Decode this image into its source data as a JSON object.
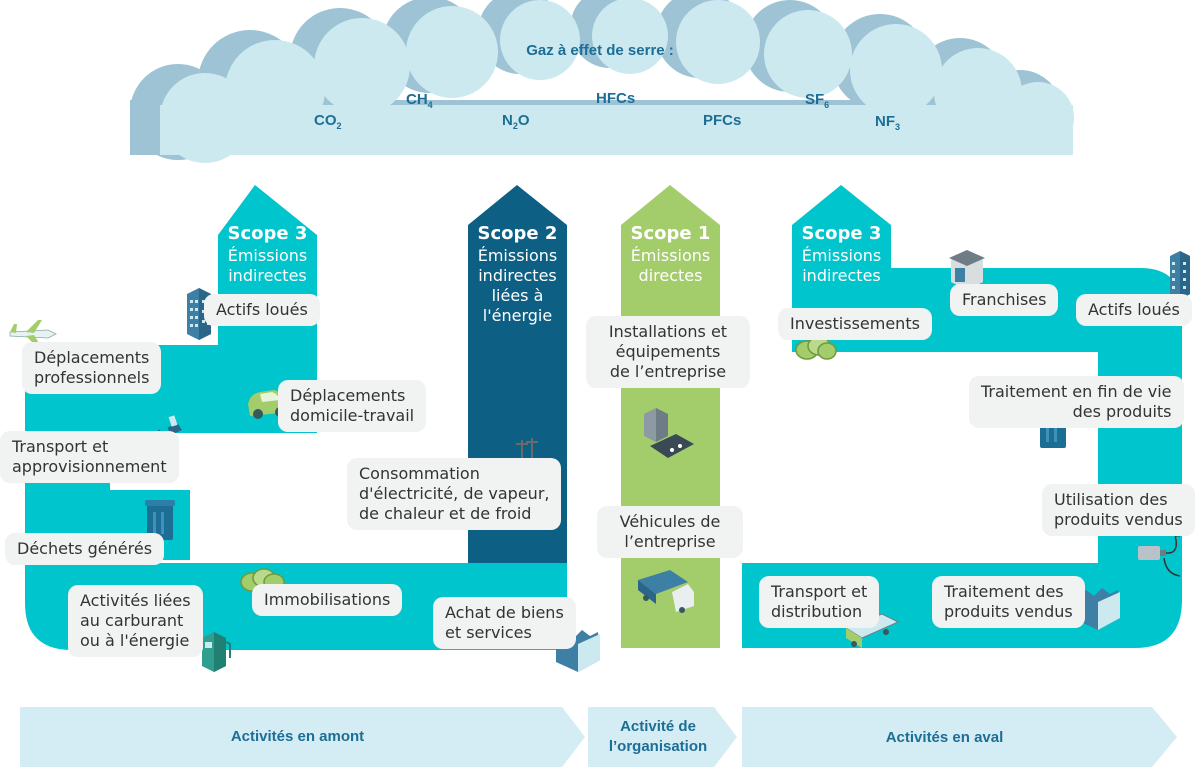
{
  "colors": {
    "teal": "#00c5cc",
    "dark_blue": "#0d5f84",
    "green": "#a3cc6b",
    "cloud": "#cde9f0",
    "cloud_shadow": "#9dc3d4",
    "band": "#d4edf4",
    "text_blue": "#1d6e95"
  },
  "gases": {
    "title": "Gaz à effet de serre :",
    "co2": {
      "base": "CO",
      "sub": "2"
    },
    "ch4": {
      "base": "CH",
      "sub": "4"
    },
    "n2o": {
      "base": "N",
      "sub": "2",
      "rest": "O"
    },
    "hfcs": "HFCs",
    "pfcs": "PFCs",
    "sf6": {
      "base": "SF",
      "sub": "6"
    },
    "nf3": {
      "base": "NF",
      "sub": "3"
    }
  },
  "scopes": {
    "scope3_left": {
      "title": "Scope 3",
      "l1": "Émissions",
      "l2": "indirectes"
    },
    "scope2": {
      "title": "Scope 2",
      "l1": "Émissions",
      "l2": "indirectes",
      "l3": "liées à",
      "l4": "l'énergie"
    },
    "scope1": {
      "title": "Scope 1",
      "l1": "Émissions",
      "l2": "directes"
    },
    "scope3_right": {
      "title": "Scope 3",
      "l1": "Émissions",
      "l2": "indirectes"
    }
  },
  "labels": {
    "actifs_loues_left": "Actifs loués",
    "deplacements_pro": {
      "l1": "Déplacements",
      "l2": "professionnels"
    },
    "domicile_travail": {
      "l1": "Déplacements",
      "l2": "domicile-travail"
    },
    "transport_appro": {
      "l1": "Transport et",
      "l2": "approvisionnement"
    },
    "dechets": "Déchets générés",
    "carburant": {
      "l1": "Activités liées",
      "l2": "au carburant",
      "l3": "ou à l'énergie"
    },
    "immobilisations": "Immobilisations",
    "achat": {
      "l1": "Achat de biens",
      "l2": "et services"
    },
    "consommation": {
      "l1": "Consommation",
      "l2": "d'électricité, de vapeur,",
      "l3": "de chaleur et de froid"
    },
    "installations": {
      "l1": "Installations et",
      "l2": "équipements",
      "l3": "de l’entreprise"
    },
    "vehicules": {
      "l1": "Véhicules de",
      "l2": "l’entreprise"
    },
    "investissements": "Investissements",
    "franchises": "Franchises",
    "actifs_loues_right": "Actifs loués",
    "fin_de_vie": {
      "l1": "Traitement en fin de vie",
      "l2": "des produits"
    },
    "utilisation": {
      "l1": "Utilisation des",
      "l2": "produits vendus"
    },
    "transport_distribution": {
      "l1": "Transport et",
      "l2": "distribution"
    },
    "traitement_vendus": {
      "l1": "Traitement des",
      "l2": "produits vendus"
    }
  },
  "bands": {
    "amont": "Activités en amont",
    "org": {
      "l1": "Activité de",
      "l2": "l’organisation"
    },
    "aval": "Activités en aval"
  },
  "icons": [
    "airplane-icon",
    "building-icon",
    "car-icon",
    "ship-icon",
    "bin-icon",
    "fuel-pump-icon",
    "coins-icon",
    "factory-icon",
    "power-pylon-icon",
    "machine-icon",
    "truck-icon",
    "shop-icon",
    "plug-icon",
    "tanker-truck-icon"
  ]
}
